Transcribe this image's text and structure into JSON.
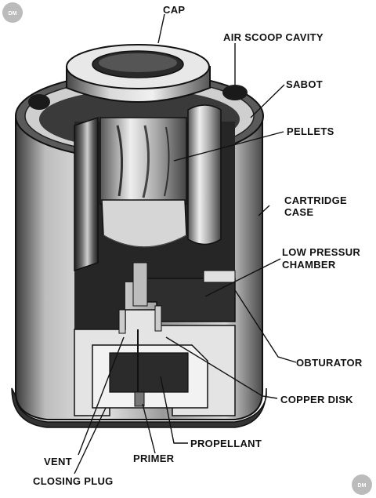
{
  "labels": {
    "cap": "CAP",
    "air_scoop_cavity": "AIR SCOOP CAVITY",
    "sabot": "SABOT",
    "pellets": "PELLETS",
    "cartridge_case_1": "CARTRIDGE",
    "cartridge_case_2": "CASE",
    "low_pressure_1": "LOW PRESSUR",
    "low_pressure_2": "CHAMBER",
    "obturator": "OBTURATOR",
    "copper_disk": "COPPER DISK",
    "propellant": "PROPELLANT",
    "primer": "PRIMER",
    "vent": "VENT",
    "closing_plug": "CLOSING PLUG"
  },
  "watermark": {
    "top_left": "DM",
    "bottom_right": "DM"
  },
  "colors": {
    "ink": "#111111",
    "dark_metal": "#2a2a2a",
    "mid_metal": "#7a7a7a",
    "light_metal": "#cfcfcf",
    "highlight": "#f2f2f2"
  }
}
